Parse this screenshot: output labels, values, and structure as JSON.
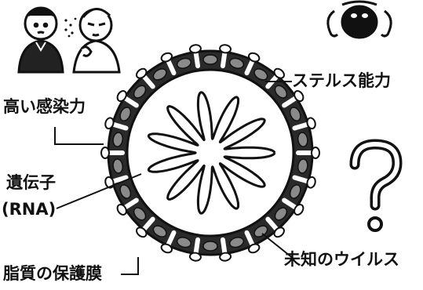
{
  "labels": {
    "stealth": "ステルス能力",
    "high_infectivity": "高い感染力",
    "gene": "遺伝子",
    "rna": "(RNA)",
    "lipid_membrane": "脂質の保護膜",
    "unknown_virus": "未知のウイルス"
  },
  "icons": [
    "people-coughing-icon",
    "masked-face-icon",
    "question-mark-icon",
    "virus-icon"
  ],
  "colors": {
    "ink": "#111111",
    "background": "#ffffff"
  }
}
